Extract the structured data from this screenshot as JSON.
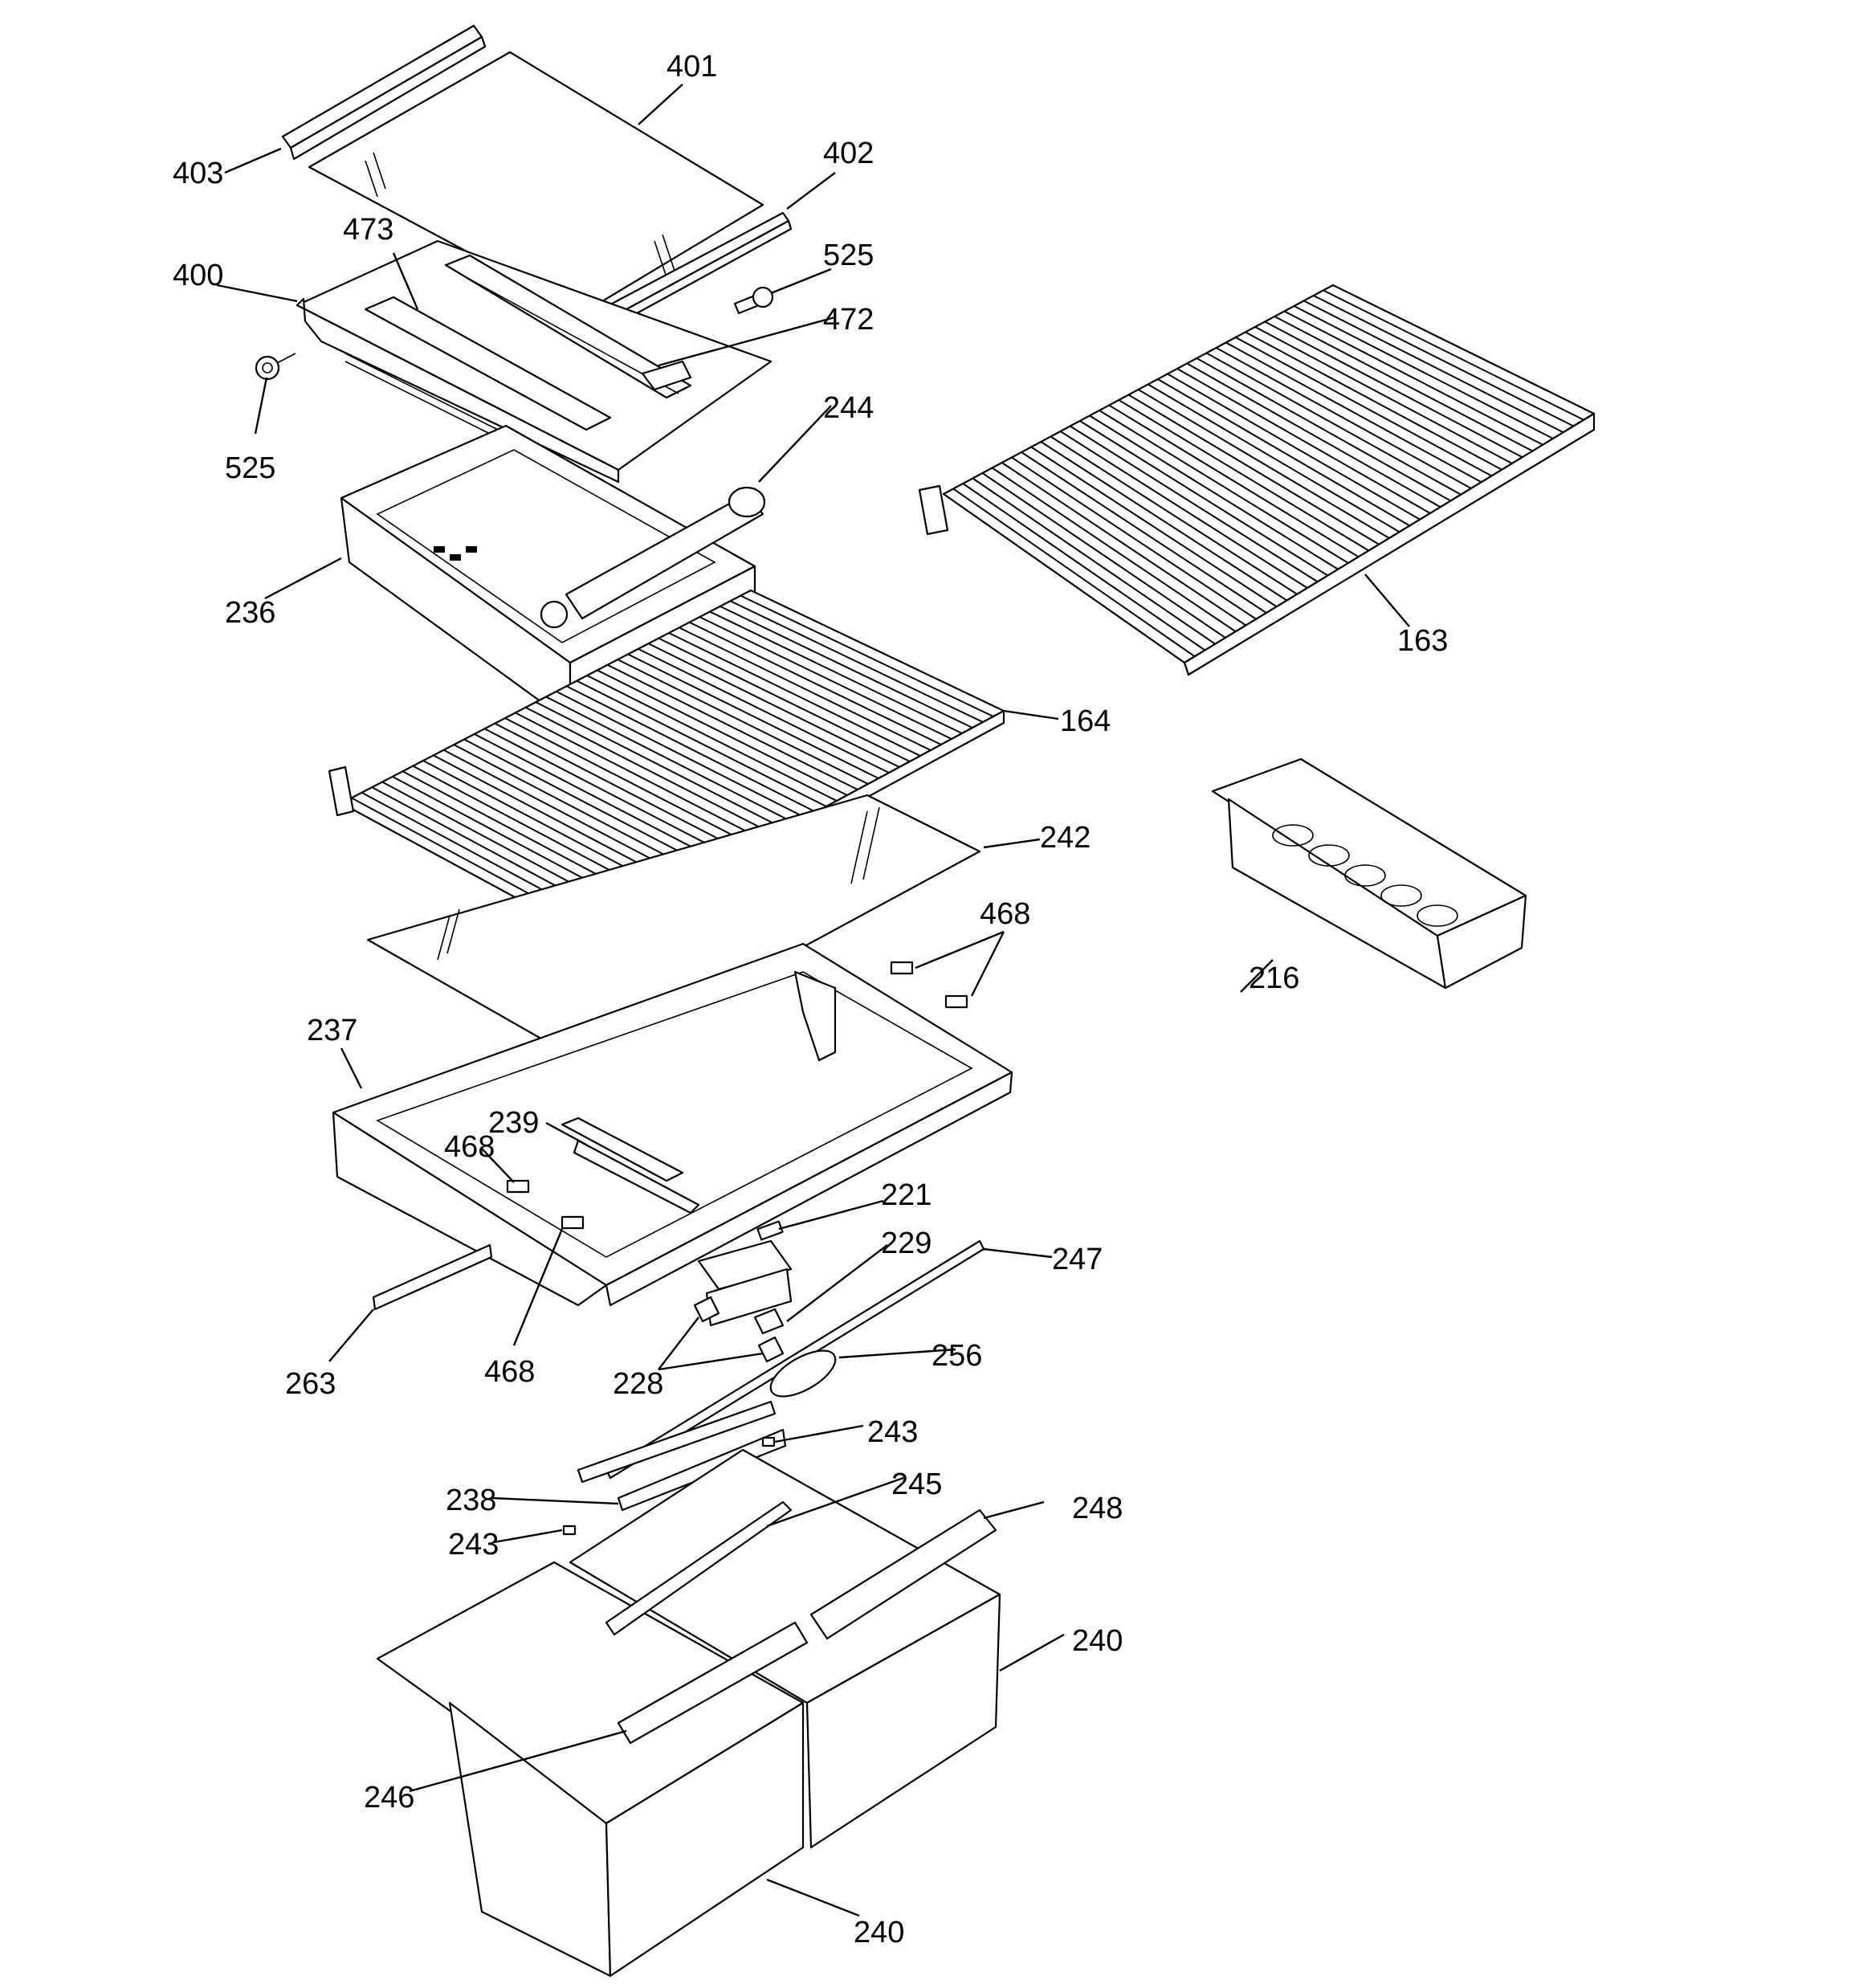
{
  "callouts": [
    {
      "id": "403",
      "label": "403"
    },
    {
      "id": "401",
      "label": "401"
    },
    {
      "id": "402",
      "label": "402"
    },
    {
      "id": "473",
      "label": "473"
    },
    {
      "id": "400",
      "label": "400"
    },
    {
      "id": "525a",
      "label": "525"
    },
    {
      "id": "472",
      "label": "472"
    },
    {
      "id": "525b",
      "label": "525"
    },
    {
      "id": "244",
      "label": "244"
    },
    {
      "id": "236",
      "label": "236"
    },
    {
      "id": "163",
      "label": "163"
    },
    {
      "id": "164",
      "label": "164"
    },
    {
      "id": "242",
      "label": "242"
    },
    {
      "id": "468a",
      "label": "468"
    },
    {
      "id": "216",
      "label": "216"
    },
    {
      "id": "237",
      "label": "237"
    },
    {
      "id": "239",
      "label": "239"
    },
    {
      "id": "468b",
      "label": "468"
    },
    {
      "id": "221",
      "label": "221"
    },
    {
      "id": "229",
      "label": "229"
    },
    {
      "id": "247",
      "label": "247"
    },
    {
      "id": "263",
      "label": "263"
    },
    {
      "id": "468c",
      "label": "468"
    },
    {
      "id": "228",
      "label": "228"
    },
    {
      "id": "256",
      "label": "256"
    },
    {
      "id": "243a",
      "label": "243"
    },
    {
      "id": "245",
      "label": "245"
    },
    {
      "id": "238",
      "label": "238"
    },
    {
      "id": "248",
      "label": "248"
    },
    {
      "id": "243b",
      "label": "243"
    },
    {
      "id": "240a",
      "label": "240"
    },
    {
      "id": "246",
      "label": "246"
    },
    {
      "id": "240b",
      "label": "240"
    }
  ]
}
